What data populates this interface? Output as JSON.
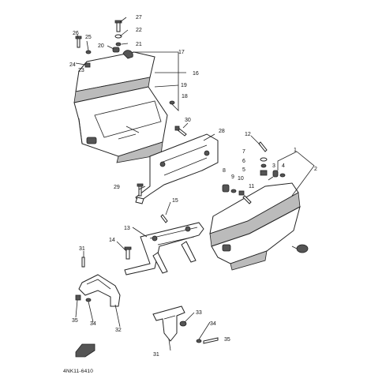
{
  "diagram_code": "4NK11-6410",
  "part_numbers": [
    "1",
    "2",
    "3",
    "4",
    "5",
    "6",
    "7",
    "8",
    "9",
    "10",
    "11",
    "12",
    "13",
    "14",
    "15",
    "16",
    "17",
    "18",
    "19",
    "20",
    "21",
    "22",
    "23",
    "24",
    "25",
    "26",
    "27",
    "28",
    "29",
    "30",
    "31",
    "32",
    "33",
    "34",
    "35"
  ],
  "colors": {
    "line": "#222222",
    "shade": "#bbbbbb",
    "dark": "#555555",
    "background": "#ffffff"
  }
}
